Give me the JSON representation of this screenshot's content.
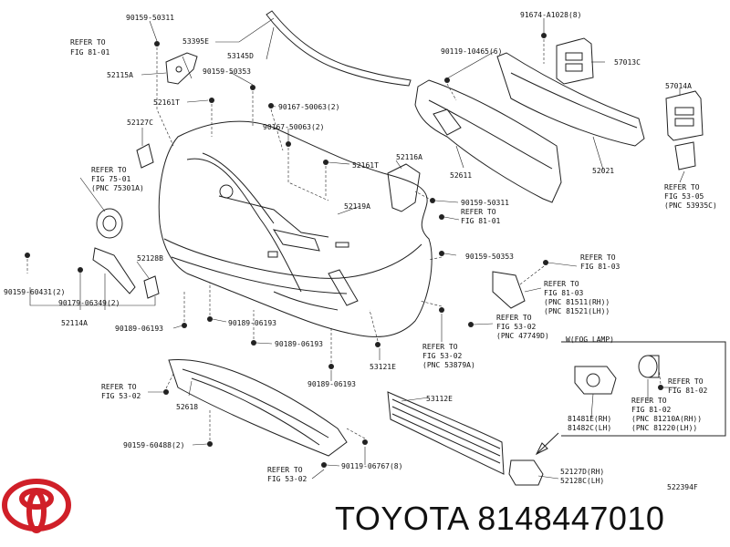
{
  "brand": {
    "name": "TOYOTA",
    "part_number": "8148447010",
    "logo_color": "#d01f28"
  },
  "diagram_code": "522394F",
  "fog_lamp_title": "W(FOG LAMP)",
  "labels": [
    "90159-50311",
    "REFER TO",
    "FIG 81-01",
    "53395E",
    "53145D",
    "52115A",
    "90159-50353",
    "52161T",
    "90167-50063(2)",
    "52127C",
    "90167-50063(2)",
    "52161T",
    "REFER TO",
    "FIG 75-01",
    "(PNC 75301A)",
    "52116A",
    "52119A",
    "90159-50311",
    "REFER TO",
    "FIG 81-01",
    "91674-A1028(8)",
    "90119-10465(6)",
    "57013C",
    "57014A",
    "52611",
    "52021",
    "REFER TO",
    "FIG 53-05",
    "(PNC 53935C)",
    "52128B",
    "90159-60431(2)",
    "90179-06349(2)",
    "52114A",
    "90159-50353",
    "REFER TO",
    "FIG 81-03",
    "REFER TO",
    "FIG 81-03",
    "(PNC 81511(RH))",
    "(PNC 81521(LH))",
    "90189-06193",
    "90189-06193",
    "REFER TO",
    "FIG 53-02",
    "(PNC 47749D)",
    "90189-06193",
    "REFER TO",
    "FIG 53-02",
    "(PNC 53879A)",
    "53121E",
    "90189-06193",
    "REFER TO",
    "FIG 53-02",
    "52618",
    "53112E",
    "REFER TO",
    "FIG 81-02",
    "REFER TO",
    "FIG 81-02",
    "81481E(RH)",
    "81482C(LH)",
    "(PNC 81210A(RH))",
    "(PNC 81220(LH))",
    "90159-60488(2)",
    "90119-06767(8)",
    "REFER TO",
    "FIG 53-02",
    "52127D(RH)",
    "52128C(LH)"
  ]
}
